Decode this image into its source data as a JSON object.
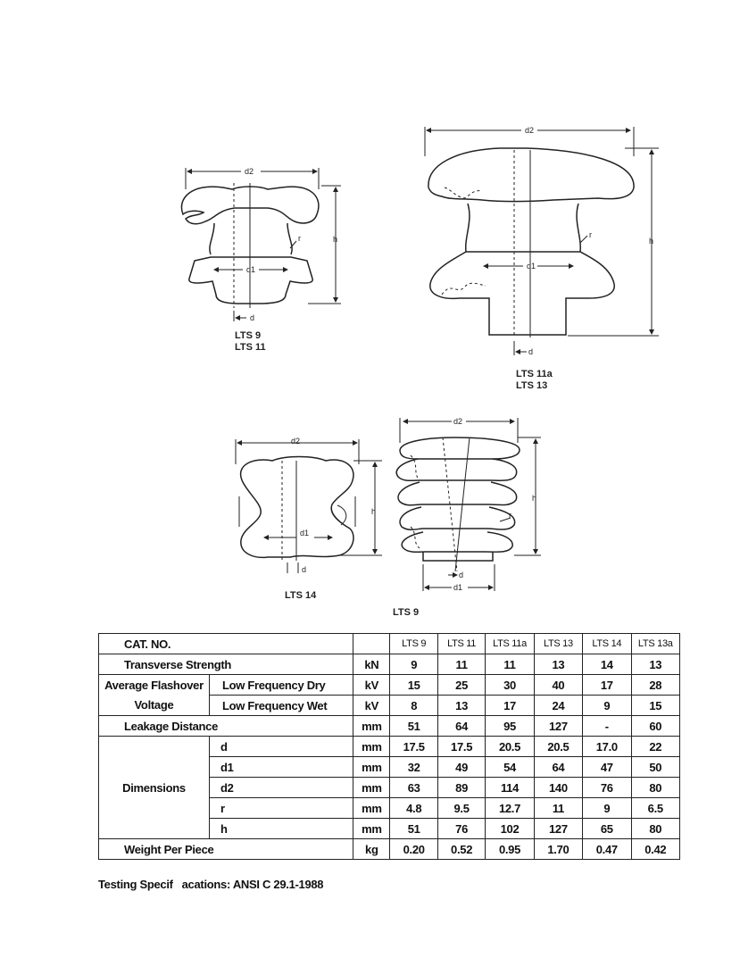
{
  "figures": {
    "fig1": {
      "labels": [
        "d2",
        "d1",
        "d",
        "h",
        "r"
      ],
      "caption": [
        "LTS 9",
        "LTS 11"
      ]
    },
    "fig2": {
      "labels": [
        "d2",
        "d1",
        "d",
        "h",
        "r"
      ],
      "caption": [
        "LTS 11a",
        "LTS 13"
      ]
    },
    "fig3": {
      "labels": [
        "d2",
        "d1",
        "d",
        "h"
      ],
      "caption": [
        "LTS 14"
      ]
    },
    "fig4": {
      "labels": [
        "d2",
        "d1",
        "d",
        "h",
        "r"
      ],
      "caption": [
        "LTS 9"
      ]
    }
  },
  "table": {
    "header": {
      "label": "CAT. NO.",
      "models": [
        "LTS 9",
        "LTS 11",
        "LTS 11a",
        "LTS 13",
        "LTS 14",
        "LTS 13a"
      ]
    },
    "transverse": {
      "label": "Transverse Strength",
      "unit": "kN",
      "values": [
        "9",
        "11",
        "11",
        "13",
        "14",
        "13"
      ]
    },
    "flashover": {
      "label_line1": "Average Flashover",
      "label_line2": "Voltage",
      "dry": {
        "label": "Low Frequency Dry",
        "unit": "kV",
        "values": [
          "15",
          "25",
          "30",
          "40",
          "17",
          "28"
        ]
      },
      "wet": {
        "label": "Low Frequency Wet",
        "unit": "kV",
        "values": [
          "8",
          "13",
          "17",
          "24",
          "9",
          "15"
        ]
      }
    },
    "leakage": {
      "label": "Leakage Distance",
      "unit": "mm",
      "values": [
        "51",
        "64",
        "95",
        "127",
        "-",
        "60"
      ]
    },
    "dimensions": {
      "label": "Dimensions",
      "rows": [
        {
          "key": "d",
          "unit": "mm",
          "values": [
            "17.5",
            "17.5",
            "20.5",
            "20.5",
            "17.0",
            "22"
          ]
        },
        {
          "key": "d1",
          "unit": "mm",
          "values": [
            "32",
            "49",
            "54",
            "64",
            "47",
            "50"
          ]
        },
        {
          "key": "d2",
          "unit": "mm",
          "values": [
            "63",
            "89",
            "114",
            "140",
            "76",
            "80"
          ]
        },
        {
          "key": "r",
          "unit": "mm",
          "values": [
            "4.8",
            "9.5",
            "12.7",
            "11",
            "9",
            "6.5"
          ]
        },
        {
          "key": "h",
          "unit": "mm",
          "values": [
            "51",
            "76",
            "102",
            "127",
            "65",
            "80"
          ]
        }
      ]
    },
    "weight": {
      "label": "Weight Per Piece",
      "unit": "kg",
      "values": [
        "0.20",
        "0.52",
        "0.95",
        "1.70",
        "0.47",
        "0.42"
      ]
    }
  },
  "footer": "Testing Specif   acations: ANSI C 29.1-1988"
}
